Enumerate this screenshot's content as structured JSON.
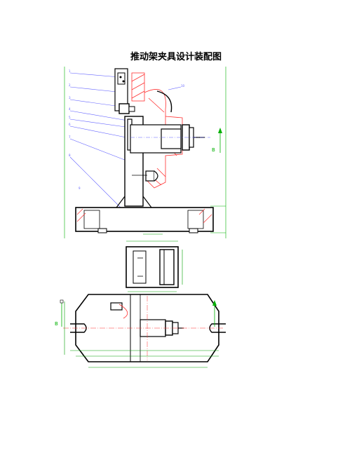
{
  "document": {
    "title": "推动架夹具设计装配图"
  },
  "drawing": {
    "section_label_main": "B",
    "section_label_plan": "B",
    "colors": {
      "outline": "#000000",
      "dimension": "#00a000",
      "leader": "#6060ff",
      "hatch": "#ff3030",
      "green_frame": "#00b000"
    }
  }
}
